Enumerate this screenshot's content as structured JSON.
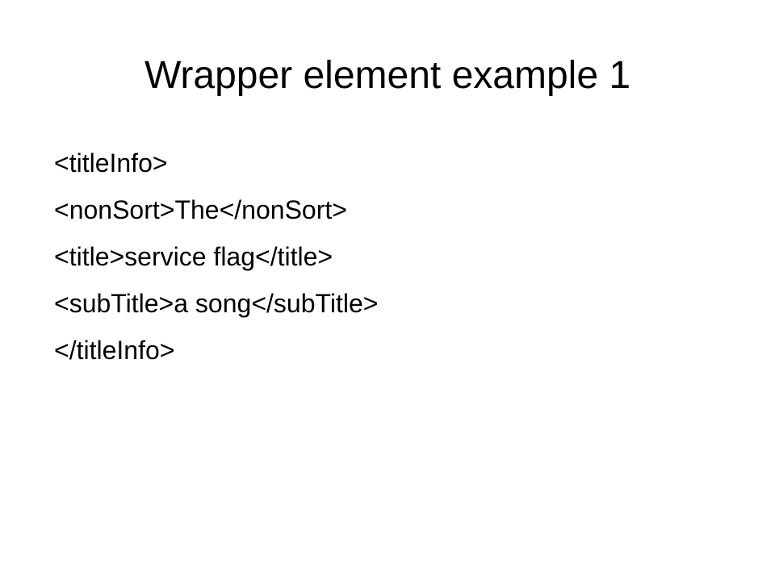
{
  "slide": {
    "title": "Wrapper element example 1",
    "lines": [
      "<titleInfo>",
      "<nonSort>The</nonSort>",
      "<title>service flag</title>",
      "<subTitle>a song</subTitle>",
      "</titleInfo>"
    ]
  }
}
